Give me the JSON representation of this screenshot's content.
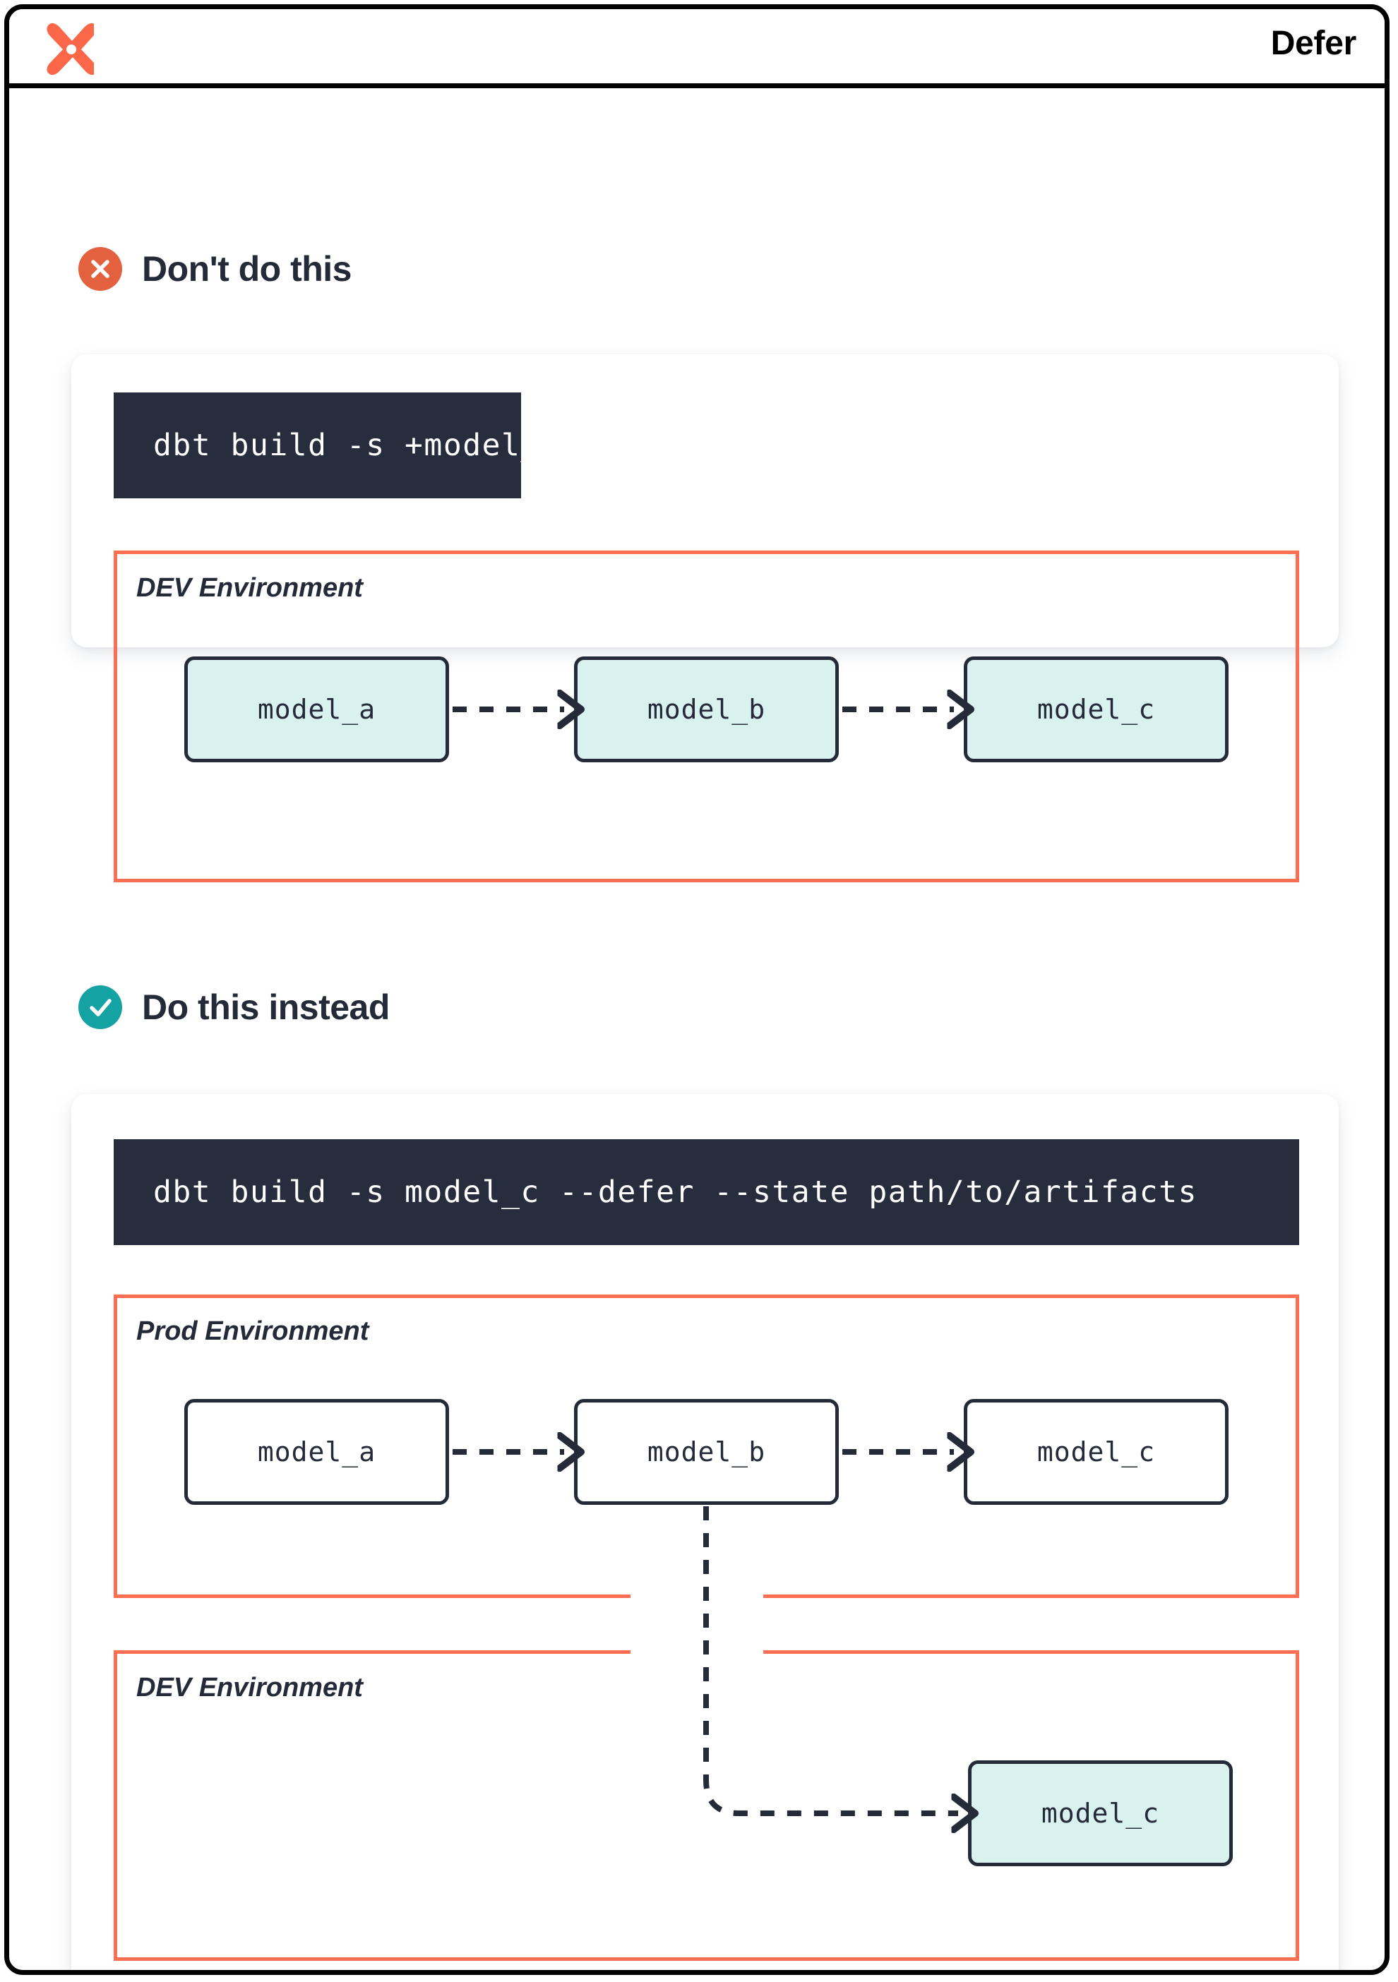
{
  "header": {
    "title": "Defer",
    "logo_icon": "dbt-logo-icon"
  },
  "sections": [
    {
      "id": "dont",
      "badge_icon": "circle-x-icon",
      "badge_color": "#e3613f",
      "title": "Don't do this",
      "command": "dbt build -s +model_c",
      "environments": [
        {
          "label": "DEV Environment",
          "nodes": [
            {
              "label": "model_a",
              "fill": "dev"
            },
            {
              "label": "model_b",
              "fill": "dev"
            },
            {
              "label": "model_c",
              "fill": "dev"
            }
          ]
        }
      ]
    },
    {
      "id": "do",
      "badge_icon": "circle-check-icon",
      "badge_color": "#15a2a2",
      "title": "Do this instead",
      "command": "dbt build -s model_c --defer --state path/to/artifacts",
      "environments": [
        {
          "label": "Prod Environment",
          "nodes": [
            {
              "label": "model_a",
              "fill": "prod"
            },
            {
              "label": "model_b",
              "fill": "prod"
            },
            {
              "label": "model_c",
              "fill": "prod"
            }
          ]
        },
        {
          "label": "DEV Environment",
          "nodes": [
            {
              "label": "model_c",
              "fill": "dev"
            }
          ]
        }
      ]
    }
  ],
  "colors": {
    "accent_orange": "#fd6f53",
    "code_bg": "#282d3d",
    "ink": "#242a38",
    "node_dev_fill": "#d9f1ef",
    "node_prod_fill": "#ffffff",
    "badge_bad": "#e3613f",
    "badge_good": "#15a2a2"
  }
}
